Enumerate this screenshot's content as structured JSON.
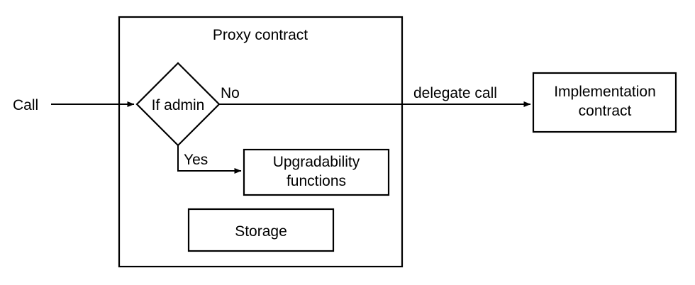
{
  "diagram": {
    "title_text": "Proxy contract",
    "nodes": {
      "proxy_contract": {
        "label": "Proxy contract"
      },
      "decision": {
        "label": "If admin"
      },
      "upgradability": {
        "line1": "Upgradability",
        "line2": "functions"
      },
      "storage": {
        "label": "Storage"
      },
      "implementation": {
        "line1": "Implementation",
        "line2": "contract"
      }
    },
    "edges": {
      "call": {
        "label": "Call"
      },
      "no_branch": {
        "label": "No"
      },
      "yes_branch": {
        "label": "Yes"
      },
      "delegate": {
        "label": "delegate call"
      }
    },
    "colors": {
      "stroke": "#000000",
      "fill": "#ffffff",
      "text": "#000000",
      "background": "#ffffff"
    }
  }
}
